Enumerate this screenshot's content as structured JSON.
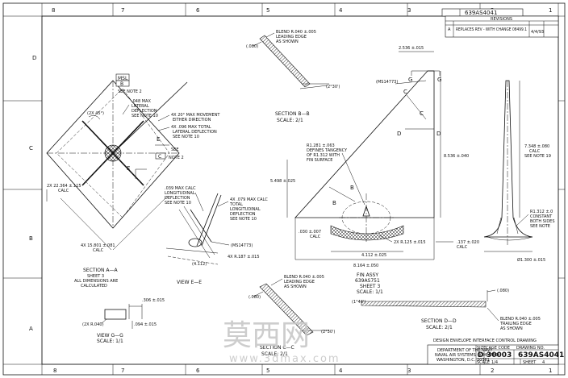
{
  "border": {
    "top_zones": [
      "8",
      "7",
      "6",
      "5",
      "4",
      "3",
      "2",
      "1"
    ],
    "bottom_zones": [
      "8",
      "7",
      "6",
      "5",
      "4",
      "3",
      "2",
      "1"
    ],
    "side_zones": [
      "D",
      "C",
      "B",
      "A"
    ]
  },
  "drawing_number_top": "639AS4041",
  "revisions": {
    "title": "REVISIONS",
    "rev": "A",
    "description": "REPLACES REV - WITH CHANGE 08499.1",
    "date": "4/4/93"
  },
  "section_aa": {
    "msl_b_box": "MSL",
    "msl_b_letter": "B",
    "see_note_2_top": "SEE NOTE 2",
    "angle_2x45": "(2X 45°)",
    "lat_defl_048": ".048 MAX",
    "lat_defl_048_l2": "LATERAL",
    "lat_defl_048_l3": "DEFLECTION",
    "lat_defl_048_l4": "SEE NOTE 10",
    "movement_4x20": "4X 20° MAX MOVEMENT",
    "movement_4x20_l2": "EITHER DIRECTION",
    "total_096": "4X .096 MAX TOTAL",
    "total_096_l2": "LATERAL DEFLECTION",
    "total_096_l3": "SEE NOTE 10",
    "msl_c_see": "SEE",
    "msl_c_letter": "C",
    "msl_c_note": "NOTE 2",
    "dim_22364": "2X 22.364 ±.115",
    "dim_22364_calc": "CALC",
    "dim_15801": "4X 15.801 ±.081",
    "dim_15801_calc": "CALC",
    "label_e_top": "E",
    "label_e_bot": "E",
    "title": "SECTION A—A",
    "sheet": "SHEET 3",
    "note_l1": "ALL DIMENSIONS ARE",
    "note_l2": "CALCULATED"
  },
  "view_ee": {
    "long_039": ".039 MAX CALC",
    "long_039_l2": "LONGITUDINAL",
    "long_039_l3": "DEFLECTION",
    "long_039_l4": "SEE NOTE 10",
    "total_079": "4X .079 MAX CALC",
    "total_079_l2": "TOTAL",
    "total_079_l3": "LONGITUDINAL",
    "total_079_l4": "DEFLECTION",
    "total_079_l5": "SEE NOTE 10",
    "ms14773": "(MS14773)",
    "dim_4112": "(4.112)",
    "r187": "4X R.187 ±.015",
    "title": "VIEW E—E"
  },
  "section_bb": {
    "dim_080": "(.080)",
    "blend_l1": "BLEND R.040 ±.005",
    "blend_l2": "LEADING EDGE",
    "blend_l3": "AS SHOWN",
    "angle": "(2°30')",
    "title": "SECTION B—B",
    "scale": "SCALE:  2/1"
  },
  "fin_assy": {
    "dim_2536": "2.536 ±.015",
    "ms14773": "(MS14773)",
    "label_g1": "G",
    "label_g2": "G",
    "label_c1": "C",
    "label_c2": "C",
    "label_d1": "D",
    "label_d2": "D",
    "label_b1": "B",
    "label_b2": "B",
    "r1281_l1": "R1.281 ±.063",
    "r1281_l2": "DEFINES TANGENCY",
    "r1281_l3": "OF R1.312 WITH",
    "r1281_l4": "FIN SURFACE",
    "dim_8536": "8.536 ±.040",
    "dim_5498": "5.498 ±.025",
    "dim_030": ".030 ±.007",
    "dim_030_calc": "CALC",
    "r125": "2X R.125 ±.015",
    "dim_4112": "4.112 ±.025",
    "dim_137": ".137 ±.020",
    "dim_137_calc": "CALC",
    "dim_8164": "8.164 ±.050",
    "title": "FIN ASSY",
    "part": "639AS751",
    "sheet": "SHEET 3",
    "scale": "SCALE:  1/1"
  },
  "right_view": {
    "dim_7348": "7.348 ±.080",
    "dim_7348_calc": "CALC",
    "dim_7348_note": "SEE NOTE 19",
    "r1312_l1": "R1.312 ±.0",
    "r1312_l2": "CONSTANT",
    "r1312_l3": "BOTH SIDES",
    "r1312_l4": "SEE NOTE",
    "dia_1300": "Ø1.300 ±.015"
  },
  "view_gg": {
    "dim_306": ".306 ±.015",
    "r040": "(2X R.040)",
    "dim_094": ".094 ±.015",
    "title": "VIEW G—G",
    "scale": "SCALE:  1/1"
  },
  "section_cc": {
    "dim_080": "(.080)",
    "blend_l1": "BLEND R.040 ±.005",
    "blend_l2": "LEADING EDGE",
    "blend_l3": "AS SHOWN",
    "angle": "(2°30')",
    "title": "SECTION C—C",
    "scale": "SCALE:  2/1"
  },
  "section_dd": {
    "dim_080": "(.080)",
    "angle": "(1°46')",
    "blend_l1": "BLEND R.040 ±.005",
    "blend_l2": "TRAILING EDGE",
    "blend_l3": "AS SHOWN",
    "title": "SECTION D—D",
    "scale": "SCALE:  2/1"
  },
  "title_block": {
    "title": "DESIGN ENVELOPE INTERFACE CONTROL DRAWING",
    "org_l1": "DEPARTMENT OF THE NAVY",
    "org_l2": "NAVAL AIR SYSTEMS COMMAND",
    "org_l3": "WASHINGTON, D.C. 20361",
    "size_label": "SIZE",
    "size": "D",
    "cage_label": "CAGE CODE",
    "cage": "30003",
    "dwg_label": "DRAWING NO.",
    "dwg_no": "639AS4041",
    "scale_label": "SCALE",
    "scale": "1/4",
    "sheet_label": "SHEET",
    "sheet": "4"
  },
  "watermark": {
    "main": "莫西网",
    "sub": "www.3dmax.com"
  }
}
